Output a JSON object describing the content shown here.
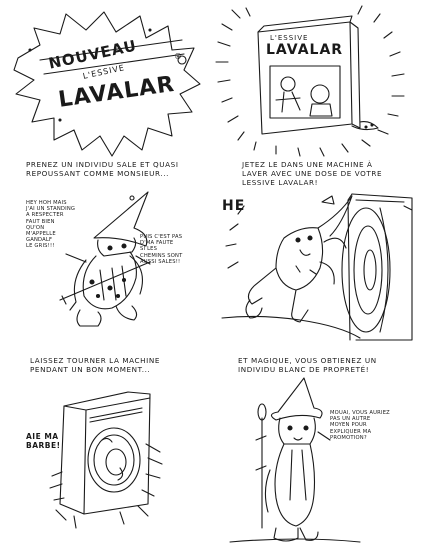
{
  "panel1": {
    "logo_line1": "NOUVEAU",
    "logo_line2": "L'ESSIVE",
    "logo_line3": "LAVALAR",
    "registered_mark": "®"
  },
  "panel2": {
    "box_label": "L'ESSIVE",
    "box_brand": "LAVALAR"
  },
  "panel3": {
    "caption": "PRENEZ UN INDIVIDU SALE ET QUASI\nREPOUSSANT COMME MONSIEUR...",
    "bubble_left": "HEY HOH MAIS\nJ'AI UN STANDING\nA RESPECTER\nFAUT BIEN\nQU'ON\nM'APPELLE\nGANDALF\nLE GRIS!!!",
    "bubble_right": "PUIS C'EST PAS\nD'MA FAUTE\nSI LES\nCHEMINS SONT\nAUSSI SALES!!"
  },
  "panel4": {
    "caption": "JETEZ LE DANS UNE MACHINE À\nLAVER AVEC UNE DOSE DE VOTRE\nLESSIVE LAVALAR!",
    "exclaim": "HE"
  },
  "panel5": {
    "caption": "LAISSEZ TOURNER LA MACHINE\nPENDANT UN BON MOMENT...",
    "exclaim": "AIE MA\nBARBE!"
  },
  "panel6": {
    "caption": "ET MAGIQUE, VOUS OBTIENEZ UN\nINDIVIDU BLANC DE PROPRETÉ!",
    "bubble": "MOUAI, VOUS AURIEZ\nPAS UN AUTRE\nMOYEN POUR\nEXPLIQUER MA\nPROMOTION?"
  }
}
